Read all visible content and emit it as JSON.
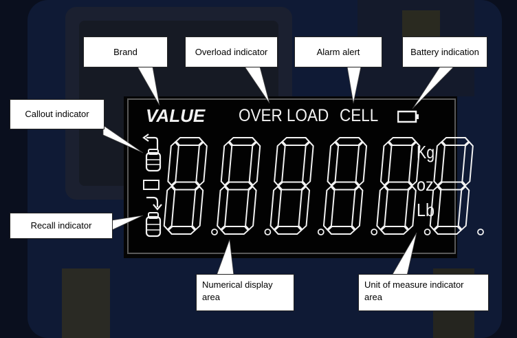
{
  "lcd": {
    "brand": "VALUE",
    "overload": "OVER LOAD",
    "cell": "CELL",
    "digits": [
      "8",
      "8",
      "8",
      "8",
      "8",
      "8"
    ],
    "units": [
      "Kg",
      "oz",
      "Lb"
    ]
  },
  "callouts": {
    "brand": "Brand",
    "overload": "Overload indicator",
    "alarm": "Alarm alert",
    "battery": "Battery indication",
    "callout_indicator": "Callout indicator",
    "recall_indicator": "Recall indicator",
    "numerical_line1": "Numerical display",
    "numerical_line2": "area",
    "unit_line1": "Unit of measure indicator",
    "unit_line2": "area"
  },
  "colors": {
    "background": "#0a0f1e",
    "lcd_segment": "#f2f2f2",
    "callout_box": "#ffffff"
  }
}
